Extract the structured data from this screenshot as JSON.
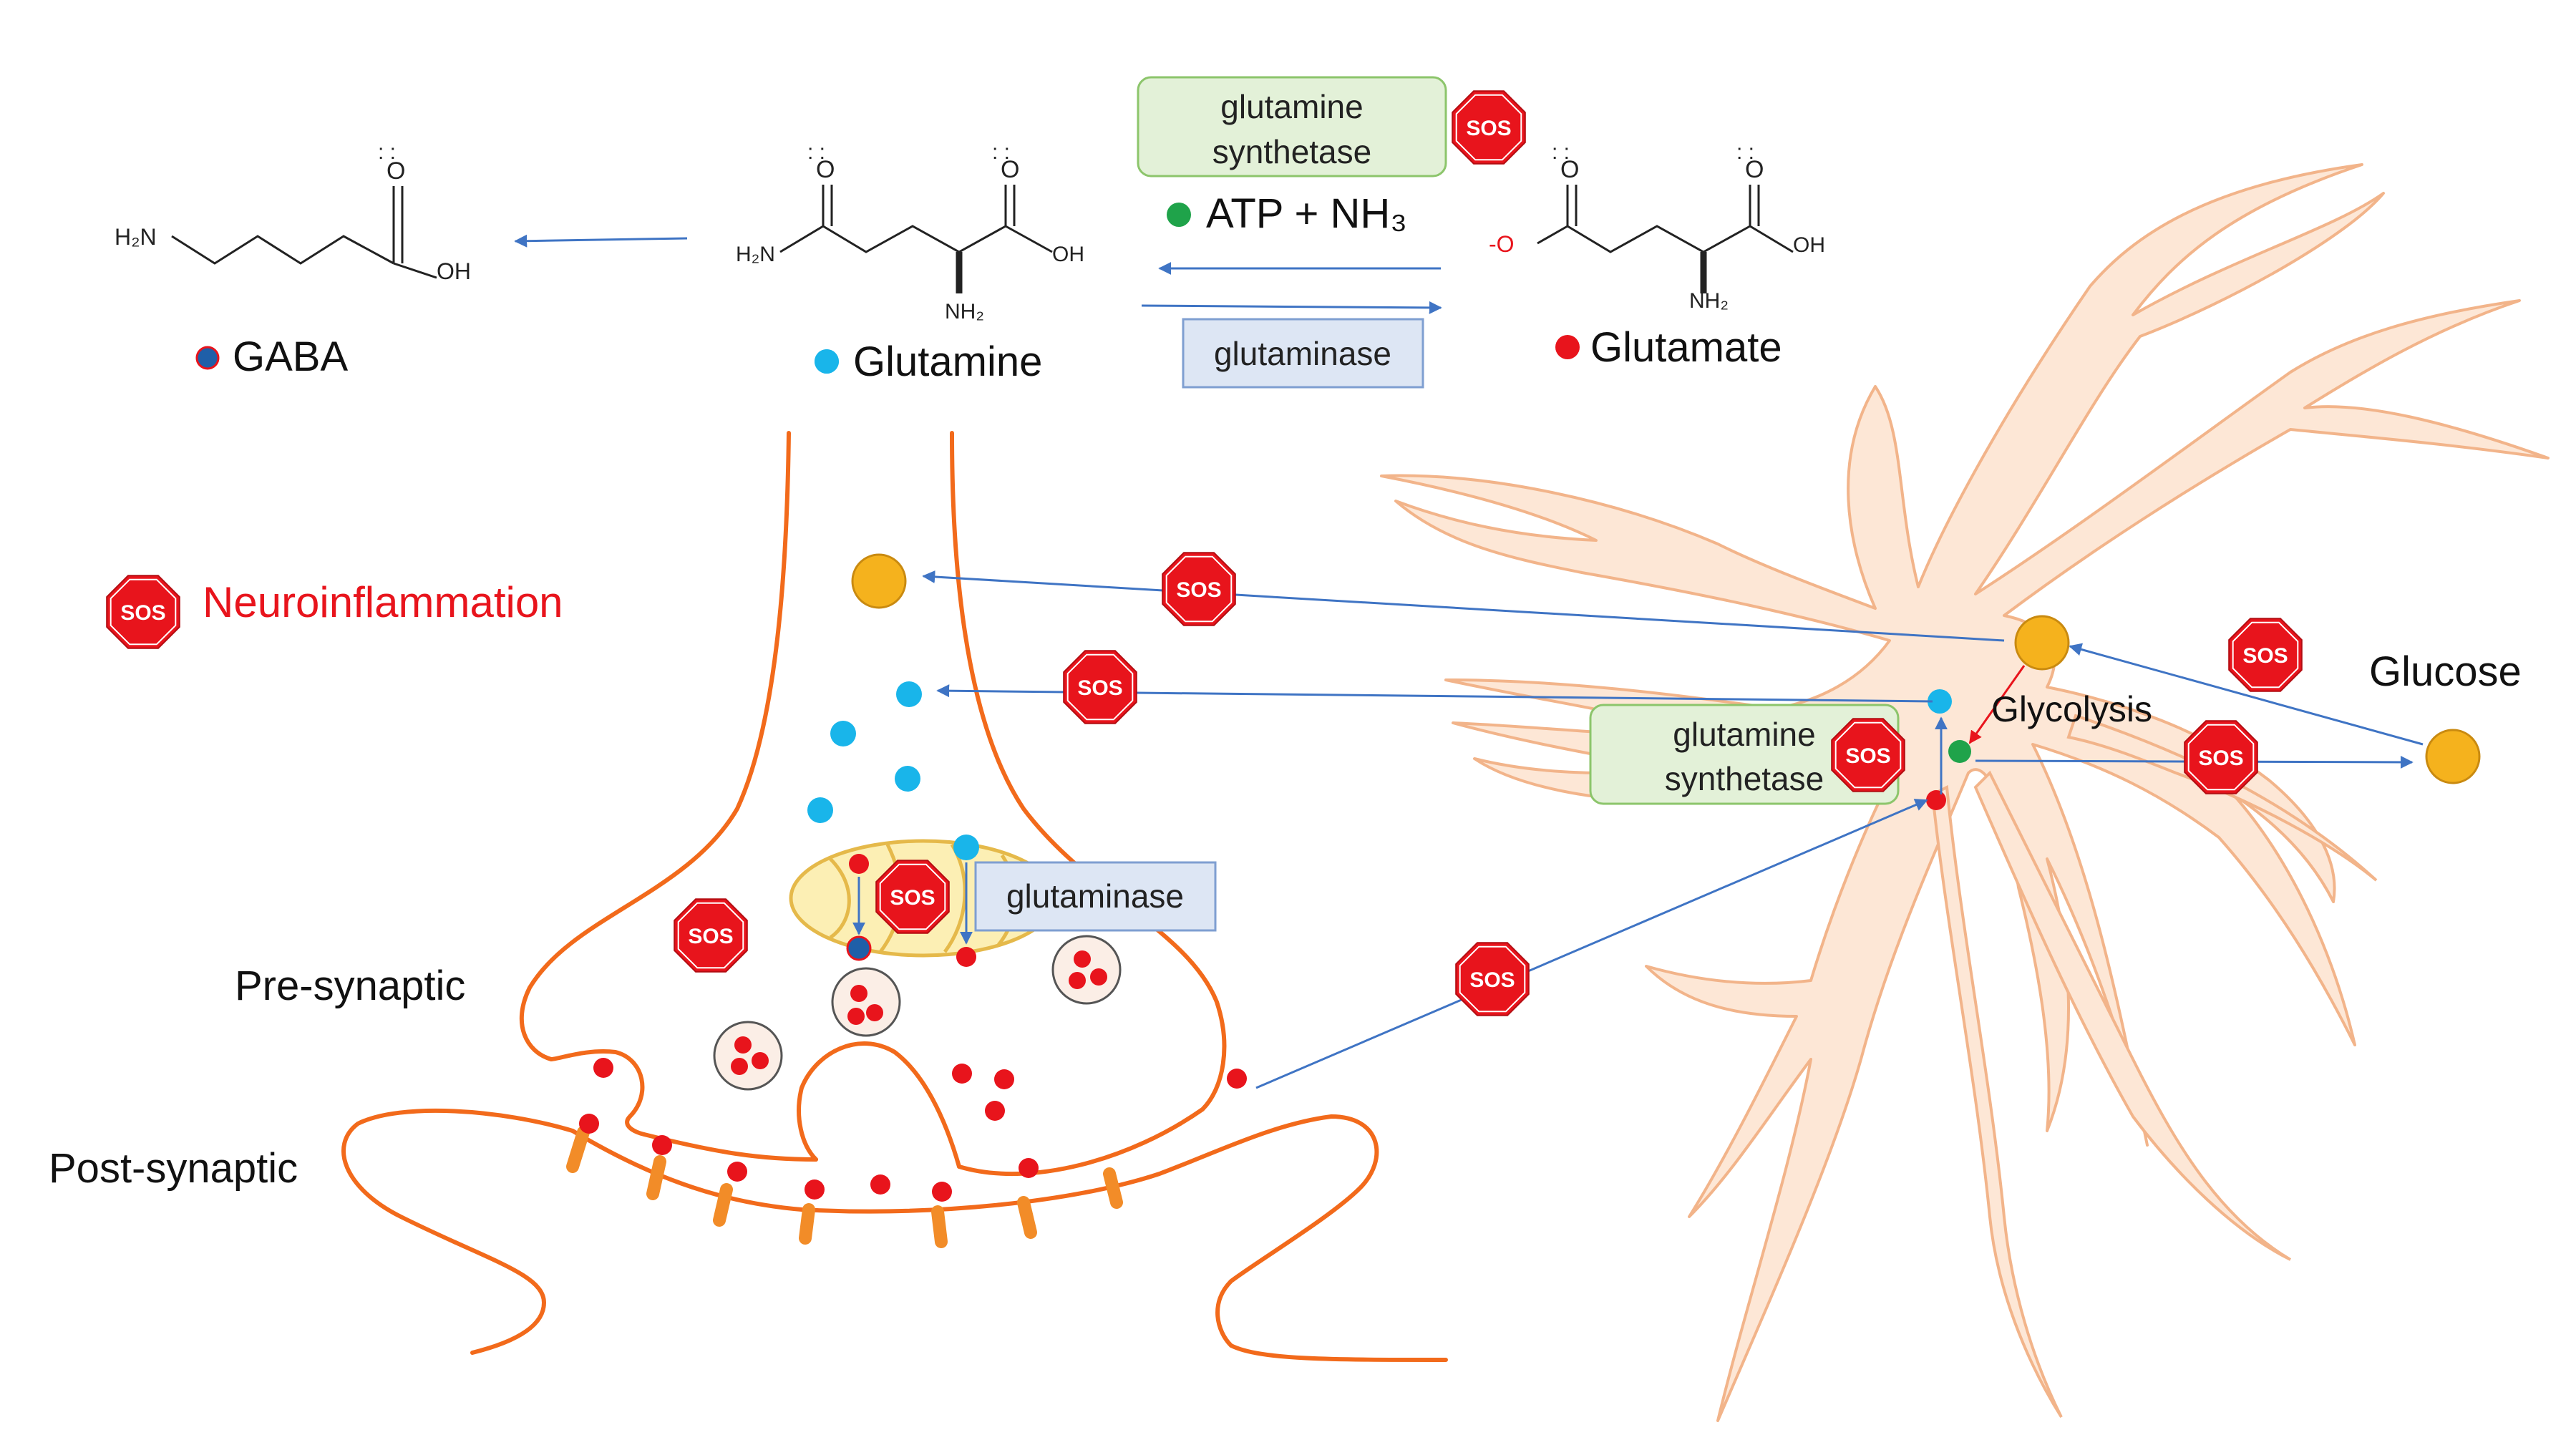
{
  "molecules": {
    "gaba": {
      "label": "GABA",
      "amine": "H₂N",
      "hydroxyl": "OH",
      "oxygen": "O"
    },
    "glutamine": {
      "label": "Glutamine",
      "amide": "H₂N",
      "hydroxyl": "OH",
      "amine": "NH₂",
      "oxygen_left": "O",
      "oxygen_right": "O"
    },
    "glutamate": {
      "label": "Glutamate",
      "oxide": "-O",
      "hydroxyl": "OH",
      "amine": "NH₂",
      "oxygen_left": "O",
      "oxygen_right": "O"
    }
  },
  "reaction": {
    "enzyme_top": {
      "line1": "glutamine",
      "line2": "synthetase"
    },
    "cofactor": "ATP + NH₃",
    "enzyme_bottom": "glutaminase"
  },
  "legend": {
    "sos_icon_text": "SOS",
    "neuroinflammation": "Neuroinflammation"
  },
  "synapse": {
    "pre": "Pre-synaptic",
    "post": "Post-synaptic",
    "glutaminase": "glutaminase"
  },
  "astrocyte": {
    "glycolysis": "Glycolysis",
    "enzyme": {
      "line1": "glutamine",
      "line2": "synthetase"
    },
    "glucose": "Glucose"
  },
  "sos_text": "SOS",
  "colors": {
    "neuron": "#f26a1b",
    "receptor": "#f28c28",
    "astro_fill": "#fde7d6",
    "astro_stroke": "#f2b48a",
    "glutamate": "#e8141c",
    "glutamine": "#19b5ea",
    "gaba": "#1f5fa8",
    "atp": "#1fa34a",
    "glucose": "#f5b21d",
    "arrow": "#3f74c4",
    "sos": "#e8141c",
    "synthetase_fill": "#e3f1d8",
    "synthetase_stroke": "#8cc56b",
    "glutaminase_fill": "#dde6f4",
    "glutaminase_stroke": "#7f9fd1",
    "mito_fill": "#fcefb4",
    "mito_stroke": "#e5b94a"
  },
  "icons": [
    "stop-sign-icon",
    "arrow-icon"
  ]
}
